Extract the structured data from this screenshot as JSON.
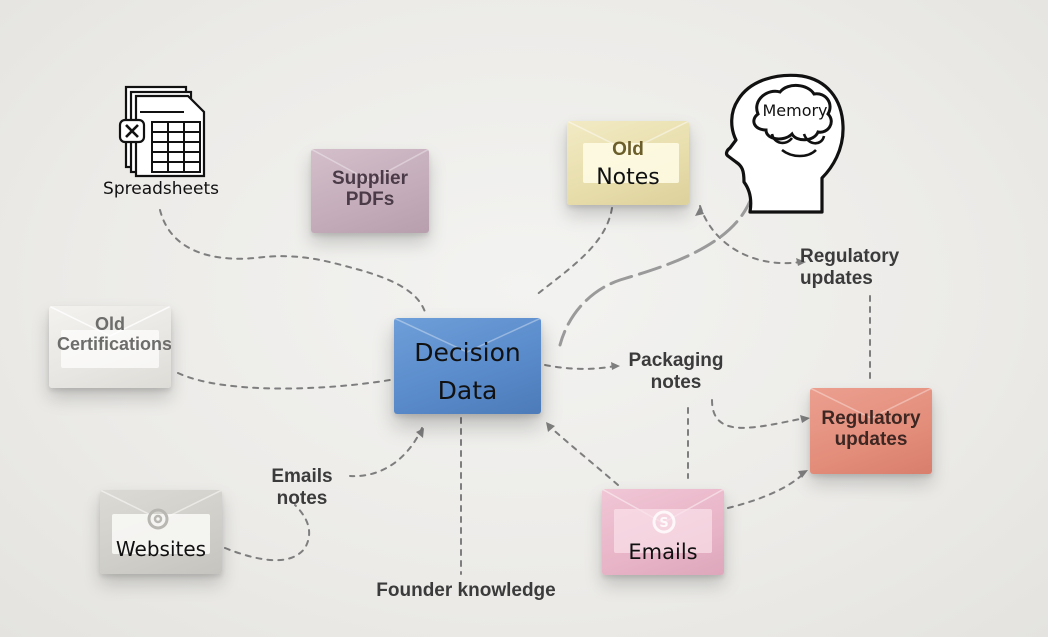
{
  "diagram": {
    "center": {
      "line1": "Decision",
      "line2": "Data"
    },
    "nodes": {
      "spreadsheets": "Spreadsheets",
      "supplier_pdfs": {
        "line1": "Supplier",
        "line2": "PDFs"
      },
      "old_notes": {
        "line1": "Old",
        "line2": "Notes"
      },
      "memory": "Memory",
      "old_certifications": {
        "line1": "Old",
        "line2": "Certifications"
      },
      "websites": "Websites",
      "emails": "Emails",
      "regulatory_box": {
        "line1": "Regulatory",
        "line2": "updates"
      }
    },
    "annotations": {
      "regulatory_updates": {
        "line1": "Regulatory",
        "line2": "updates"
      },
      "packaging_notes": {
        "line1": "Packaging",
        "line2": "notes"
      },
      "emails_notes": {
        "line1": "Emails",
        "line2": "notes"
      },
      "founder_knowledge": "Founder knowledge"
    },
    "colors": {
      "background": "#eeede9",
      "decision": "#5b8ccc",
      "supplier": "#c9b3c0",
      "old_notes": "#ece3b7",
      "old_cert": "#eceae6",
      "websites": "#d6d4cf",
      "emails": "#eab8cb",
      "regulatory": "#e49585",
      "connector": "#7e7e7e"
    }
  }
}
